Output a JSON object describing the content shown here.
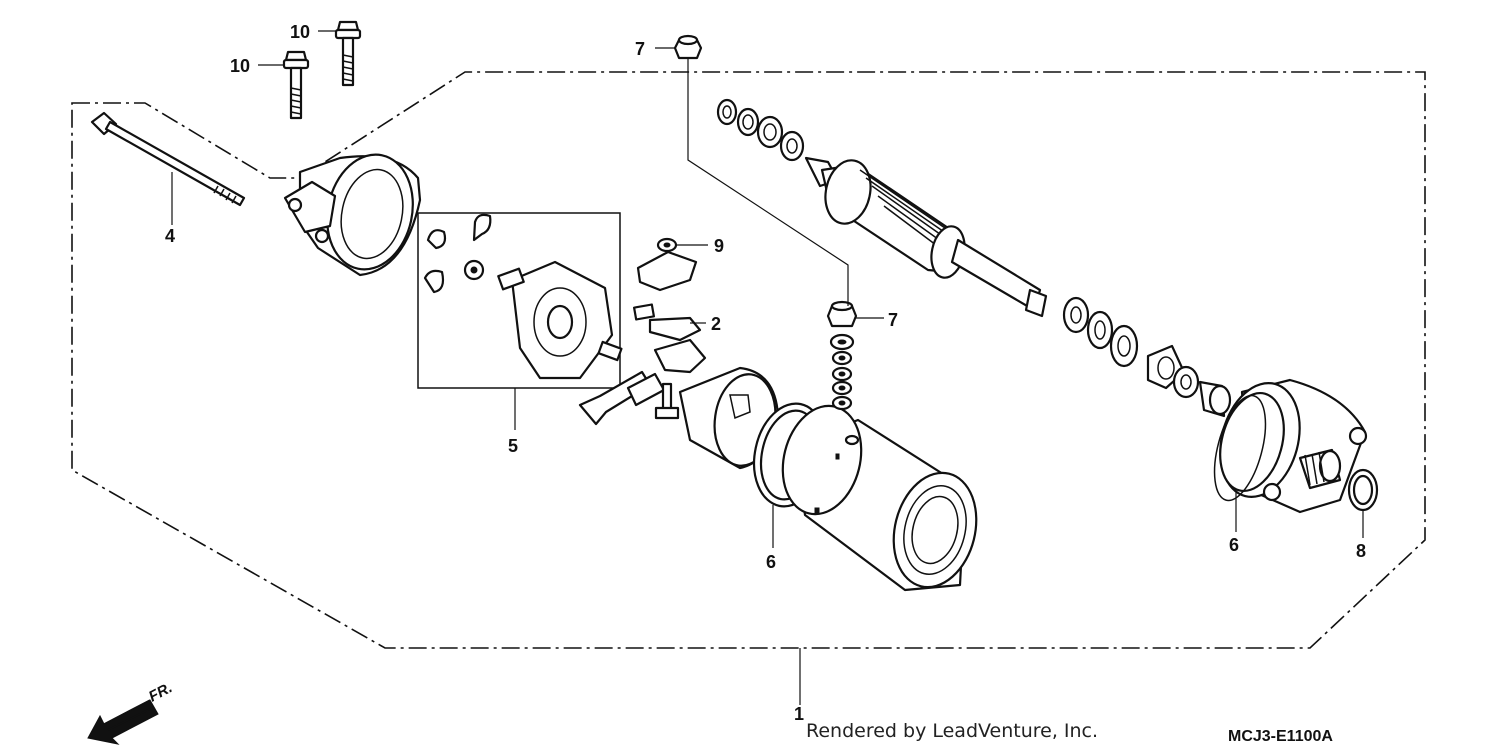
{
  "diagram": {
    "callouts": [
      {
        "id": "bolt-10-upper",
        "label": "10"
      },
      {
        "id": "bolt-10-lower",
        "label": "10"
      },
      {
        "id": "nut-7-top",
        "label": "7"
      },
      {
        "id": "through-bolt-4",
        "label": "4"
      },
      {
        "id": "washer-9",
        "label": "9"
      },
      {
        "id": "brush-2",
        "label": "2"
      },
      {
        "id": "nut-7-mid",
        "label": "7"
      },
      {
        "id": "brush-holder-5",
        "label": "5"
      },
      {
        "id": "oring-6-left",
        "label": "6"
      },
      {
        "id": "oring-6-right",
        "label": "6"
      },
      {
        "id": "oring-8",
        "label": "8"
      },
      {
        "id": "starter-assy-1",
        "label": "1"
      }
    ],
    "front_label": "FR.",
    "footer_render": "Rendered by LeadVenture, Inc.",
    "footer_code": "MCJ3-E1100A"
  }
}
